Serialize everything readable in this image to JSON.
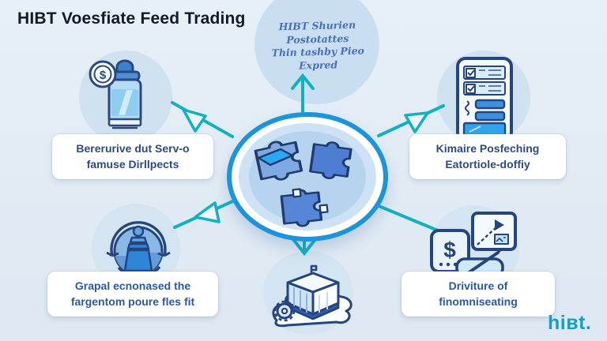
{
  "title": "HIBT Voesfiate Feed Trading",
  "note": {
    "lines": [
      "HIBT Shurien",
      "Postotattes",
      "Thin tashby Pieo",
      "Expred"
    ]
  },
  "nodes": {
    "top_left": {
      "label": [
        "Bererurive dut Serv-o",
        "famuse Dirllpects"
      ]
    },
    "top_right": {
      "label": [
        "Kimaire Posfeching",
        "Eatortiole-doffiy"
      ]
    },
    "bottom_left": {
      "label": [
        "Grapal ecnonased the",
        "fargentom poure fles fit"
      ]
    },
    "bottom_right": {
      "label": [
        "Driviture of",
        "finomniseating"
      ]
    }
  },
  "glyphs": {
    "dollar": "$"
  },
  "logo": "hiвt.",
  "colors": {
    "accent_teal": "#12b1c2",
    "circle_blue": "#1b94de",
    "navy_outline": "#24457e",
    "background": "#e3edf5",
    "logo_teal": "#149fc4"
  }
}
